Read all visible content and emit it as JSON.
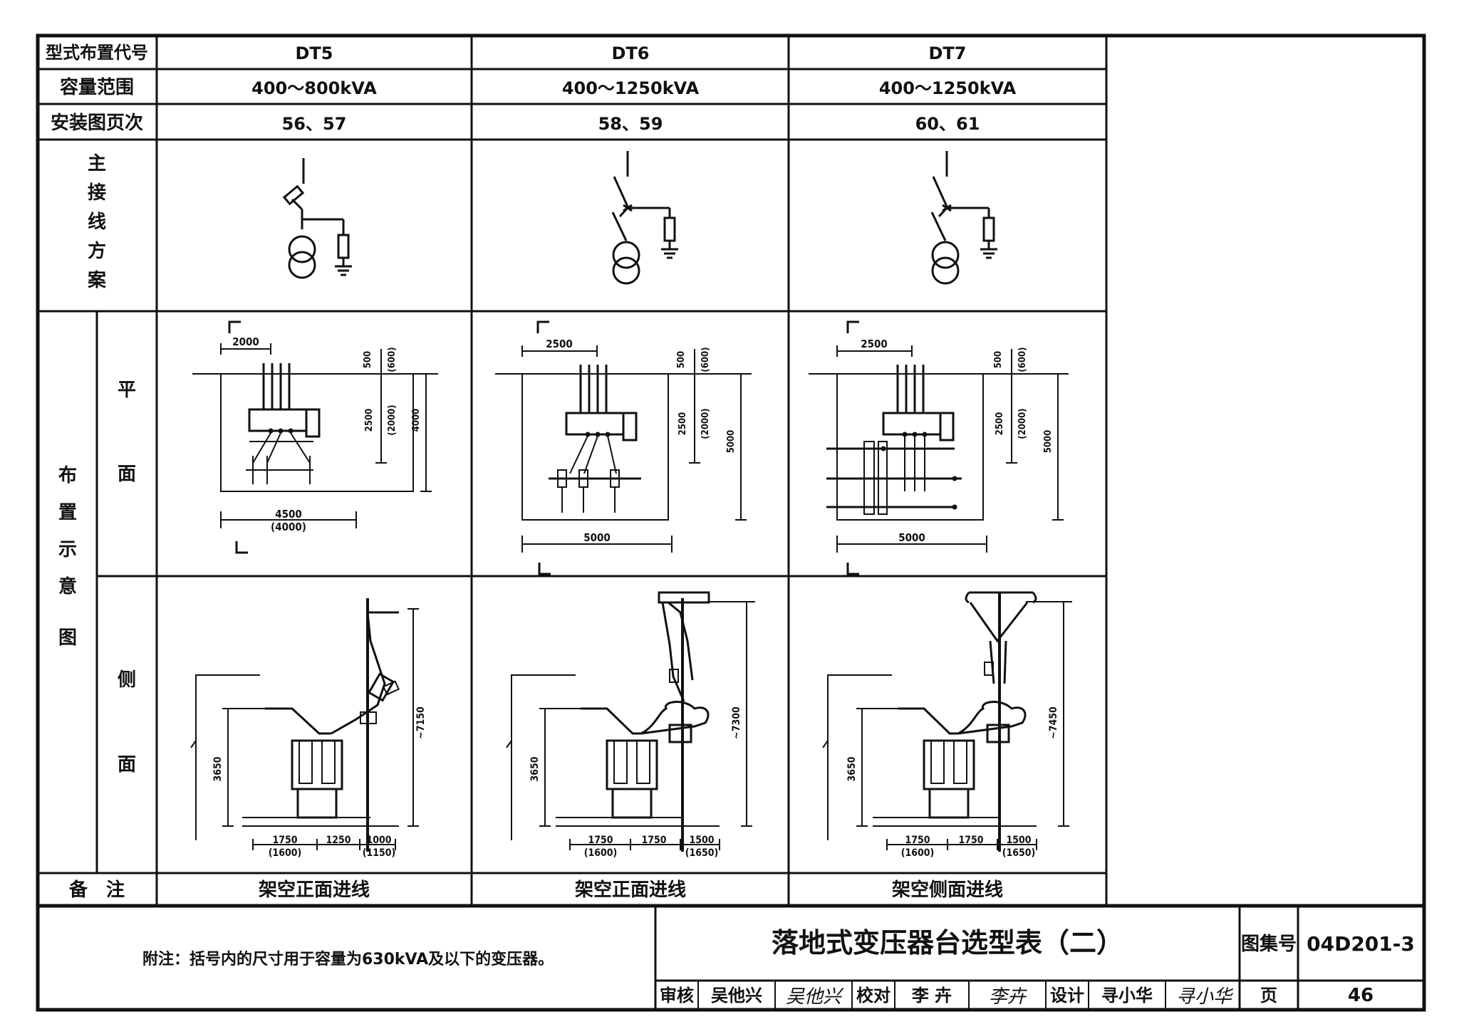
{
  "headers": {
    "type_code": "型式布置代号",
    "capacity": "容量范围",
    "install_page": "安装图页次",
    "wiring_scheme": [
      "主",
      "接",
      "线",
      "方",
      "案"
    ],
    "layout_diagram": [
      "布",
      "置",
      "示",
      "意",
      "图"
    ],
    "plan": [
      "平",
      "面"
    ],
    "side": [
      "侧",
      "面"
    ],
    "remarks": "备　注"
  },
  "columns": [
    {
      "code": "DT5",
      "capacity": "400～800kVA",
      "pages": "56、57",
      "remark": "架空正面进线",
      "plan_dims": {
        "top": "2000",
        "right_a": "500",
        "right_a2": "(600)",
        "right_b": "2500",
        "right_b2": "(2000)",
        "right_total": "4000",
        "bottom": "4500",
        "bottom2": "(4000)"
      },
      "side_dims": {
        "height": "3650",
        "total": "~7150",
        "b1": "1750",
        "b1b": "(1600)",
        "b2": "1250",
        "b3": "1000",
        "b3b": "(1150)"
      }
    },
    {
      "code": "DT6",
      "capacity": "400～1250kVA",
      "pages": "58、59",
      "remark": "架空正面进线",
      "plan_dims": {
        "top": "2500",
        "right_a": "500",
        "right_a2": "(600)",
        "right_b": "2500",
        "right_b2": "(2000)",
        "right_total": "5000",
        "bottom": "5000"
      },
      "side_dims": {
        "height": "3650",
        "total": "~7300",
        "b1": "1750",
        "b1b": "(1600)",
        "b2": "1750",
        "b3": "1500",
        "b3b": "(1650)"
      }
    },
    {
      "code": "DT7",
      "capacity": "400～1250kVA",
      "pages": "60、61",
      "remark": "架空侧面进线",
      "plan_dims": {
        "top": "2500",
        "right_a": "500",
        "right_a2": "(600)",
        "right_b": "2500",
        "right_b2": "(2000)",
        "right_total": "5000",
        "bottom": "5000"
      },
      "side_dims": {
        "height": "3650",
        "total": "~7450",
        "b1": "1750",
        "b1b": "(1600)",
        "b2": "1750",
        "b3": "1500",
        "b3b": "(1650)"
      }
    }
  ],
  "note": "附注：括号内的尺寸用于容量为630kVA及以下的变压器。",
  "title_block": {
    "title": "落地式变压器台选型表（二）",
    "atlas_label": "图集号",
    "atlas_no": "04D201-3",
    "review_label": "审核",
    "reviewer": "吴他兴",
    "reviewer_sig": "吴他兴",
    "check_label": "校对",
    "checker": "李 卉",
    "checker_sig": "李卉",
    "design_label": "设计",
    "designer": "寻小华",
    "designer_sig": "寻小华",
    "page_label": "页",
    "page_no": "46"
  }
}
